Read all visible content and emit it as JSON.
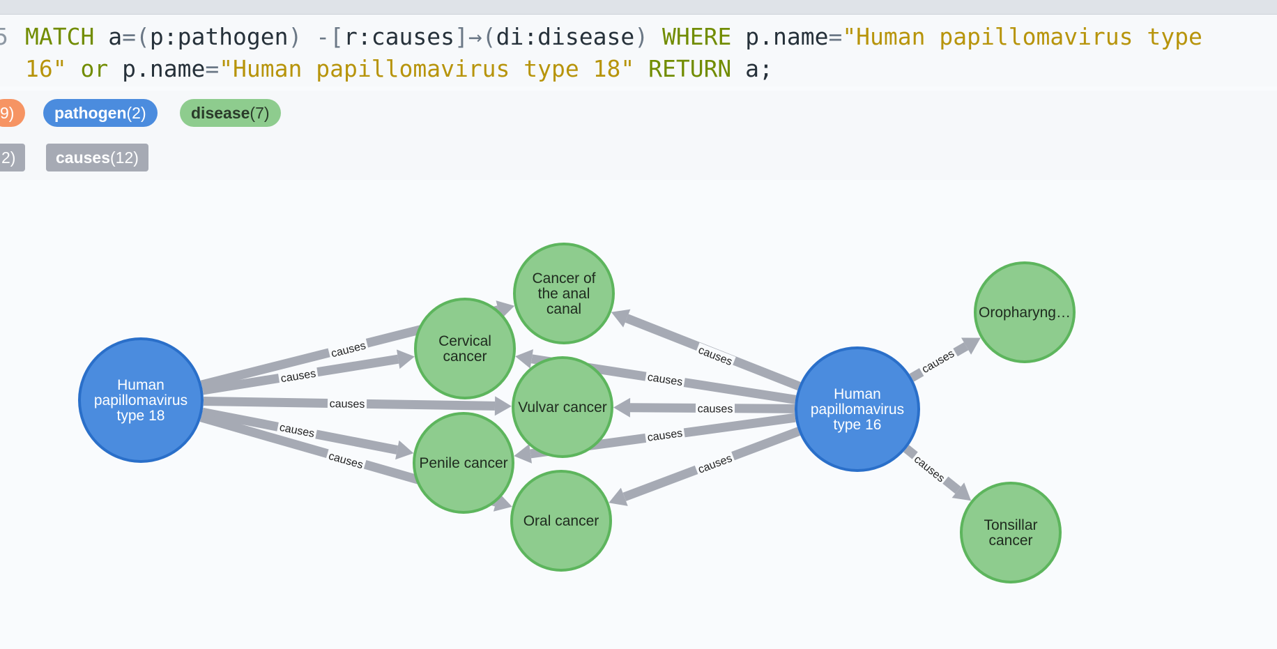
{
  "query": {
    "line_number": "5",
    "line1": [
      {
        "t": "MATCH",
        "c": "kw"
      },
      {
        "t": " a",
        "c": ""
      },
      {
        "t": "=(",
        "c": "pn"
      },
      {
        "t": "p:pathogen",
        "c": ""
      },
      {
        "t": ") -[",
        "c": "pn"
      },
      {
        "t": "r:causes",
        "c": ""
      },
      {
        "t": "]→(",
        "c": "pn"
      },
      {
        "t": "di:disease",
        "c": ""
      },
      {
        "t": ") ",
        "c": "pn"
      },
      {
        "t": "WHERE",
        "c": "kw"
      },
      {
        "t": " p.name",
        "c": ""
      },
      {
        "t": "=",
        "c": "pn"
      },
      {
        "t": "\"Human papillomavirus type",
        "c": "str"
      }
    ],
    "line2": [
      {
        "t": "16\"",
        "c": "str"
      },
      {
        "t": " ",
        "c": ""
      },
      {
        "t": "or",
        "c": "kw"
      },
      {
        "t": " p.name",
        "c": ""
      },
      {
        "t": "=",
        "c": "pn"
      },
      {
        "t": "\"Human papillomavirus type 18\"",
        "c": "str"
      },
      {
        "t": " ",
        "c": ""
      },
      {
        "t": "RETURN",
        "c": "kw"
      },
      {
        "t": " a;",
        "c": ""
      }
    ]
  },
  "legend": {
    "node_labels": [
      {
        "name": "",
        "count": "9)",
        "color": "#f69463"
      },
      {
        "name": "pathogen",
        "count": "(2)",
        "color": "#4b8cde"
      },
      {
        "name": "disease",
        "count": "(7)",
        "color": "#8ecc8e"
      }
    ],
    "relationship_types": [
      {
        "name": "",
        "count": "2)"
      },
      {
        "name": "causes",
        "count": "(12)"
      }
    ]
  },
  "graph": {
    "colors": {
      "pathogen_fill": "#4b8cde",
      "pathogen_stroke": "#2a6fc9",
      "disease_fill": "#8ecc8e",
      "disease_stroke": "#5db55d",
      "edge": "#a6aab4"
    },
    "nodes": [
      {
        "id": "hpv18",
        "type": "pathogen",
        "lines": [
          "Human",
          "papillomavirus",
          "type 18"
        ]
      },
      {
        "id": "hpv16",
        "type": "pathogen",
        "lines": [
          "Human",
          "papillomavirus",
          "type 16"
        ]
      },
      {
        "id": "anal",
        "type": "disease",
        "lines": [
          "Cancer of",
          "the anal",
          "canal"
        ]
      },
      {
        "id": "cervical",
        "type": "disease",
        "lines": [
          "Cervical",
          "cancer"
        ]
      },
      {
        "id": "vulvar",
        "type": "disease",
        "lines": [
          "Vulvar cancer"
        ]
      },
      {
        "id": "penile",
        "type": "disease",
        "lines": [
          "Penile cancer"
        ]
      },
      {
        "id": "oral",
        "type": "disease",
        "lines": [
          "Oral cancer"
        ]
      },
      {
        "id": "oropharyngeal",
        "type": "disease",
        "lines": [
          "Oropharyng…"
        ]
      },
      {
        "id": "tonsillar",
        "type": "disease",
        "lines": [
          "Tonsillar",
          "cancer"
        ]
      }
    ],
    "edges": [
      {
        "from": "hpv18",
        "to": "anal",
        "label": "causes"
      },
      {
        "from": "hpv18",
        "to": "cervical",
        "label": "causes"
      },
      {
        "from": "hpv18",
        "to": "vulvar",
        "label": "causes"
      },
      {
        "from": "hpv18",
        "to": "penile",
        "label": "causes"
      },
      {
        "from": "hpv18",
        "to": "oral",
        "label": "causes"
      },
      {
        "from": "hpv16",
        "to": "anal",
        "label": "causes"
      },
      {
        "from": "hpv16",
        "to": "cervical",
        "label": "causes"
      },
      {
        "from": "hpv16",
        "to": "vulvar",
        "label": "causes"
      },
      {
        "from": "hpv16",
        "to": "penile",
        "label": "causes"
      },
      {
        "from": "hpv16",
        "to": "oral",
        "label": "causes"
      },
      {
        "from": "hpv16",
        "to": "oropharyngeal",
        "label": "causes"
      },
      {
        "from": "hpv16",
        "to": "tonsillar",
        "label": "causes"
      }
    ]
  }
}
